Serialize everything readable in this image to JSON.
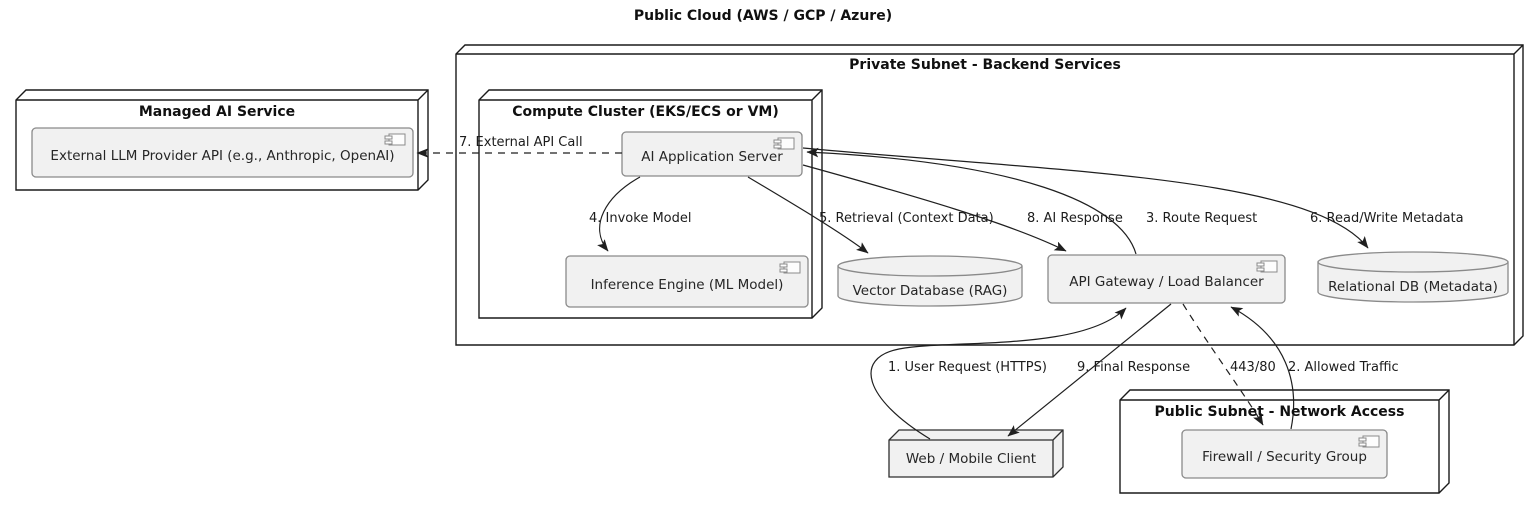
{
  "diagram": {
    "title": "Public Cloud (AWS / GCP / Azure)",
    "containers": {
      "managed_ai": {
        "title": "Managed AI Service"
      },
      "private_subnet": {
        "title": "Private Subnet - Backend Services"
      },
      "compute_cluster": {
        "title": "Compute Cluster (EKS/ECS or VM)"
      },
      "public_subnet": {
        "title": "Public Subnet - Network Access"
      }
    },
    "nodes": {
      "web_client": {
        "label": "Web / Mobile Client"
      }
    },
    "components": {
      "llm_api": {
        "label": "External LLM Provider API (e.g., Anthropic, OpenAI)"
      },
      "app_server": {
        "label": "AI Application Server"
      },
      "inference_engine": {
        "label": "Inference Engine (ML Model)"
      },
      "api_gateway": {
        "label": "API Gateway / Load Balancer"
      },
      "firewall": {
        "label": "Firewall / Security Group"
      }
    },
    "databases": {
      "vector_db": {
        "label": "Vector Database (RAG)"
      },
      "relational_db": {
        "label": "Relational DB (Metadata)"
      }
    },
    "edges": {
      "user_request": {
        "label": "1. User Request (HTTPS)",
        "style": "solid"
      },
      "allowed_traffic": {
        "label": "2. Allowed Traffic",
        "style": "solid"
      },
      "route_request": {
        "label": "3. Route Request",
        "style": "solid"
      },
      "invoke_model": {
        "label": "4. Invoke Model",
        "style": "solid"
      },
      "retrieval": {
        "label": "5. Retrieval (Context Data)",
        "style": "solid"
      },
      "read_write_metadata": {
        "label": "6. Read/Write Metadata",
        "style": "solid"
      },
      "external_api_call": {
        "label": "7. External API Call",
        "style": "dashed"
      },
      "ai_response": {
        "label": "8. AI Response",
        "style": "solid"
      },
      "final_response": {
        "label": "9. Final Response",
        "style": "solid"
      },
      "ports": {
        "label": "443/80",
        "style": "dashed"
      }
    },
    "colors": {
      "background": "#ffffff",
      "node_border": "#1a1a1a",
      "node_fill": "#ffffff",
      "component_fill": "#f1f1f1",
      "component_border": "#8a8a8a",
      "arrow": "#1f1f1f",
      "text": "#1c1c1c"
    }
  }
}
